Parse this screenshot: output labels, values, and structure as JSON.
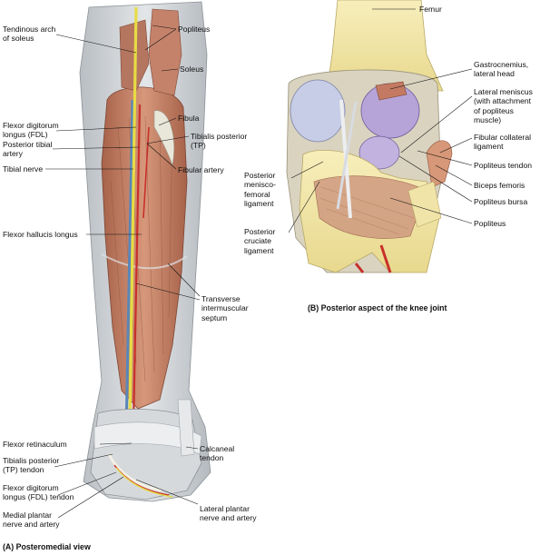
{
  "panel_a": {
    "caption": "(A) Posteromedial view",
    "labels": {
      "tendinous_arch": "Tendinous arch\nof soleus",
      "popliteus": "Popliteus",
      "soleus": "Soleus",
      "fdl": "Flexor digitorum\nlongus (FDL)",
      "fibula": "Fibula",
      "posterior_tibial_artery": "Posterior tibial\nartery",
      "tibialis_posterior": "Tibialis posterior\n(TP)",
      "tibial_nerve": "Tibial nerve",
      "fibular_artery": "Fibular artery",
      "fhl": "Flexor hallucis longus",
      "transverse_septum": "Transverse\nintermuscular\nseptum",
      "flexor_retinaculum": "Flexor retinaculum",
      "tp_tendon": "Tibialis posterior\n(TP) tendon",
      "calcaneal_tendon": "Calcaneal\ntendon",
      "fdl_tendon": "Flexor digitorum\nlongus (FDL) tendon",
      "lateral_plantar": "Lateral plantar\nnerve and artery",
      "medial_plantar": "Medial plantar\nnerve and artery"
    }
  },
  "panel_b": {
    "caption": "(B) Posterior aspect of the knee joint",
    "labels": {
      "femur": "Femur",
      "gastrocnemius": "Gastrocnemius,\nlateral head",
      "lateral_meniscus": "Lateral meniscus\n(with attachment\nof popliteus\nmuscle)",
      "fibular_collateral": "Fibular collateral\nligament",
      "popliteus_tendon": "Popliteus tendon",
      "posterior_meniscofemoral": "Posterior\nmenisco-\nfemoral\nligament",
      "biceps_femoris": "Biceps femoris",
      "popliteus_bursa": "Popliteus bursa",
      "posterior_cruciate": "Posterior\ncruciate\nligament",
      "popliteus": "Popliteus"
    }
  },
  "colors": {
    "muscle": "#c98b6e",
    "muscle_dark": "#a9664d",
    "fascia": "#cfd3d6",
    "bone": "#f2e6a6",
    "nerve": "#e7dc45",
    "artery": "#c8302a",
    "vein": "#5a86b8",
    "cartilage_light": "#c7cde6",
    "cartilage_purple": "#b6a4d8"
  }
}
